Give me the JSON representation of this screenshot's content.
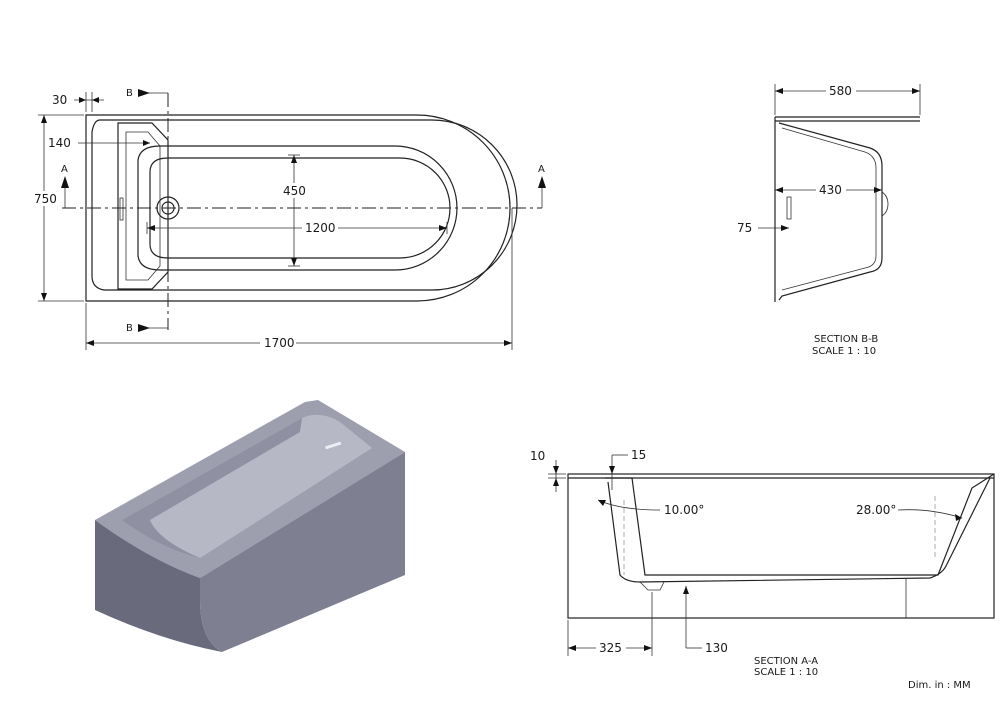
{
  "plan_view": {
    "dims": {
      "rim": "30",
      "end_deck": "140",
      "width": "750",
      "inner_width": "450",
      "inner_length": "1200",
      "length": "1700"
    },
    "section_markers": {
      "a": "A",
      "b": "B"
    }
  },
  "section_b": {
    "dims": {
      "top_width": "580",
      "depth_width": "430",
      "waste_height": "75"
    },
    "caption": "SECTION B-B",
    "scale": "SCALE 1 : 10"
  },
  "section_a": {
    "dims": {
      "rim_thickness": "10",
      "lip": "15",
      "head_angle": "10.00°",
      "foot_angle": "28.00°",
      "waste_offset": "325",
      "floor_height": "130"
    },
    "caption": "SECTION A-A",
    "scale": "SCALE 1 : 10"
  },
  "units_note": "Dim. in : MM",
  "colors": {
    "line": "#222222",
    "tub_top": "#9d9faf",
    "tub_inner": "#b6b8c6",
    "tub_side": "#7e8092",
    "tub_dark": "#696b7c"
  }
}
